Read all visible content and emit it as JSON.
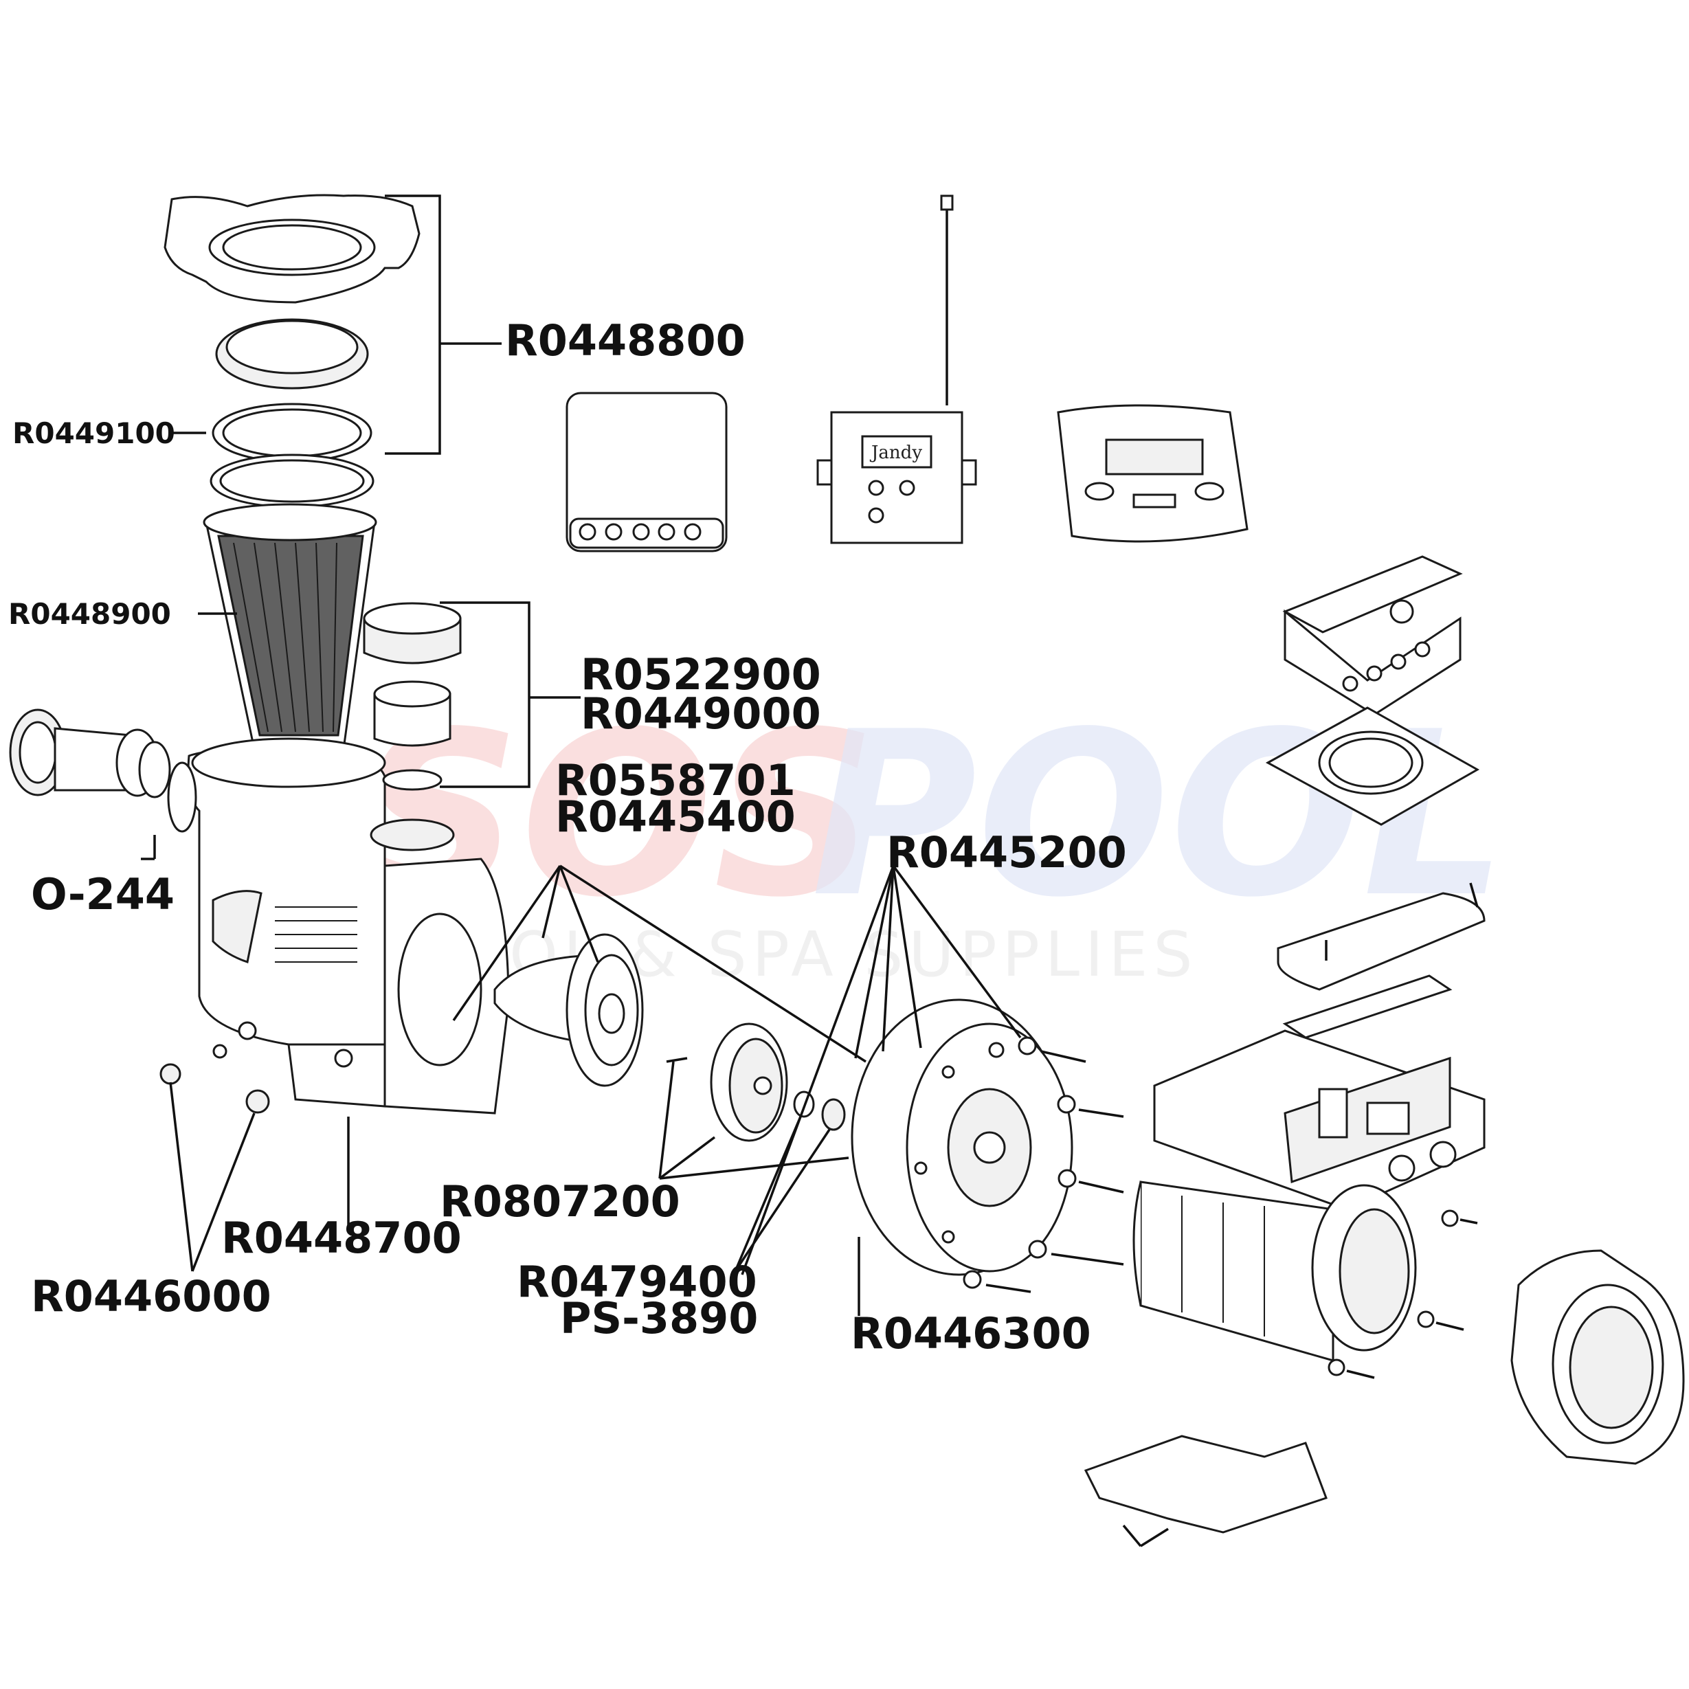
{
  "watermark": {
    "brand_left": "SOS",
    "brand_right": "POOL",
    "tagline": "POOL & SPA SUPPLIES",
    "color_left": "#f6c4c4",
    "color_right": "#dfe6f7"
  },
  "devices": {
    "remote_brand": "Jandy"
  },
  "labels": {
    "R0448800": "R0448800",
    "R0449100": "R0449100",
    "R0448900": "R0448900",
    "R0522900": "R0522900",
    "R0449000": "R0449000",
    "R0558701": "R0558701",
    "R0445400": "R0445400",
    "O244": "O-244",
    "R0445200": "R0445200",
    "R0807200": "R0807200",
    "R0448700": "R0448700",
    "R0446000": "R0446000",
    "R0479400": "R0479400",
    "PS3890": "PS-3890",
    "R0446300": "R0446300"
  }
}
